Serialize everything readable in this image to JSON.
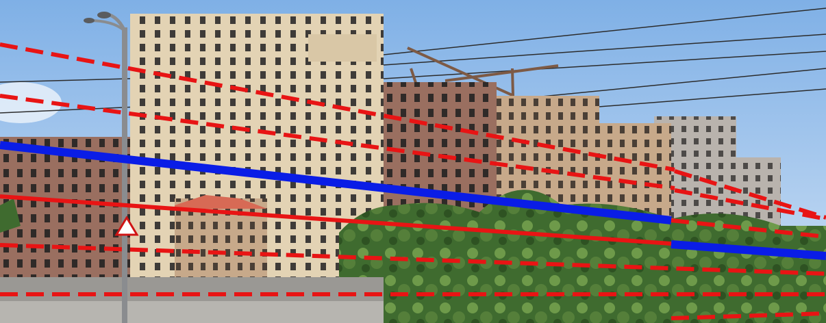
{
  "image": {
    "description_free": true,
    "colors": {
      "sky_top": "#7fb0e6",
      "sky_bottom": "#c9def4",
      "building_cream": "#e3d3b4",
      "building_tan": "#c7a98a",
      "building_brown": "#9a6f60",
      "building_grey": "#b9b3ad",
      "window_dark": "#3e3b38",
      "trees": "#3f6b2f",
      "trees_light": "#6e9a4a",
      "wall": "#9a9894",
      "road": "#b7b5b0",
      "line_blue": "#0a1de6",
      "line_red": "#e81414",
      "crane": "#7d5a45"
    },
    "overlay_lines": [
      {
        "name": "red-dashed-line-1",
        "style": "dashed",
        "color": "#e81414"
      },
      {
        "name": "red-dashed-line-2",
        "style": "dashed",
        "color": "#e81414"
      },
      {
        "name": "blue-solid-line",
        "style": "solid",
        "color": "#0a1de6"
      },
      {
        "name": "red-solid-line",
        "style": "solid",
        "color": "#e81414"
      },
      {
        "name": "red-dashed-line-3",
        "style": "dashed",
        "color": "#e81414"
      },
      {
        "name": "red-dashed-line-4",
        "style": "dashed",
        "color": "#e81414"
      }
    ]
  }
}
